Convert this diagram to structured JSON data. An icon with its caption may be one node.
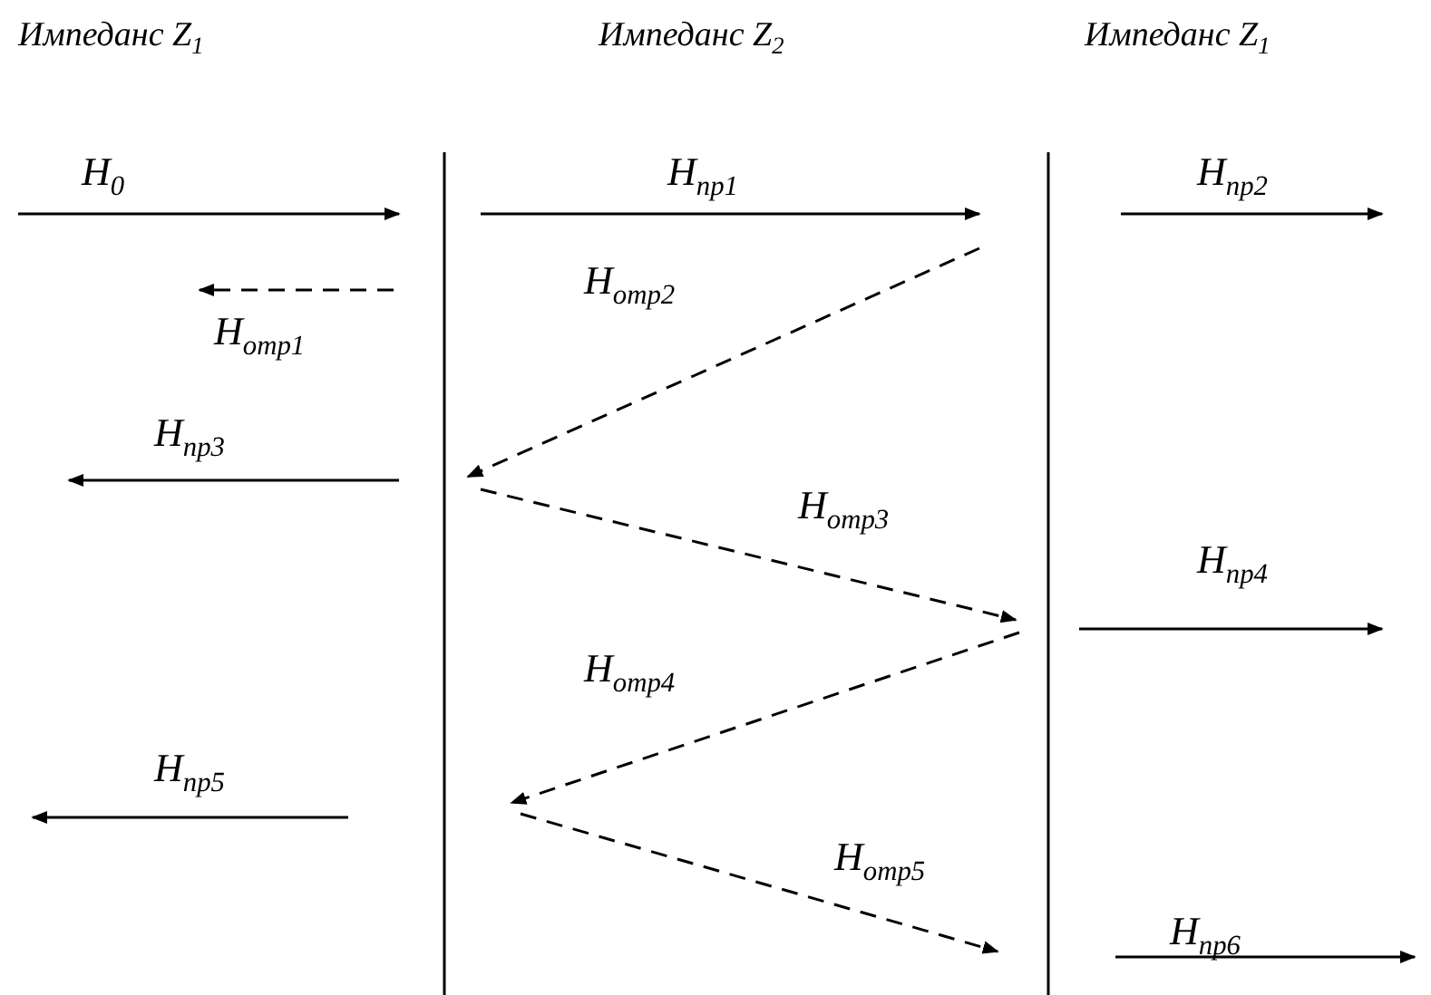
{
  "diagram": {
    "labels": [
      "Импеданс Z$_{1}$",
      "Импеданс Z$_{2}$",
      "Импеданс Z$_{1}$",
      "H$_{0}$",
      "H$_{пр1}$",
      "H$_{пр2}$",
      "H$_{отр2}$",
      "H$_{отр1}$",
      "H$_{пр3}$",
      "H$_{отр3}$",
      "H$_{пр4}$",
      "H$_{отр4}$",
      "H$_{пр5}$",
      "H$_{отр5}$",
      "H$_{пр6}$"
    ]
  }
}
